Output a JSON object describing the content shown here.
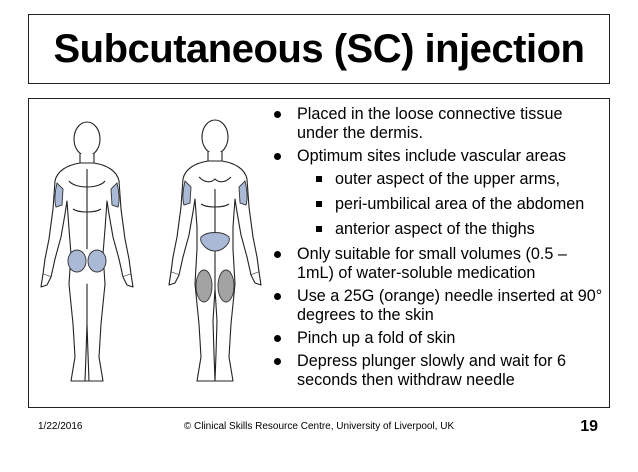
{
  "slide": {
    "title": "Subcutaneous (SC) injection",
    "bullets": [
      {
        "text": "Placed in the loose connective tissue under the dermis."
      },
      {
        "text": "Optimum sites include vascular areas",
        "sub": [
          "outer aspect of the upper arms,",
          "peri-umbilical area of the abdomen",
          "anterior aspect of the thighs"
        ]
      },
      {
        "text": "Only suitable for small volumes (0.5 – 1mL) of water-soluble medication"
      },
      {
        "text": "Use a 25G (orange) needle inserted at 90° degrees to the skin"
      },
      {
        "text": "Pinch up a fold of skin"
      },
      {
        "text": "Depress plunger slowly and wait for 6 seconds then withdraw needle"
      }
    ]
  },
  "footer": {
    "date": "1/22/2016",
    "credit": "© Clinical Skills Resource Centre, University of Liverpool, UK",
    "page_number": "19"
  },
  "colors": {
    "site_blue": "#a9b9d6",
    "site_grey": "#a3a3a3"
  }
}
